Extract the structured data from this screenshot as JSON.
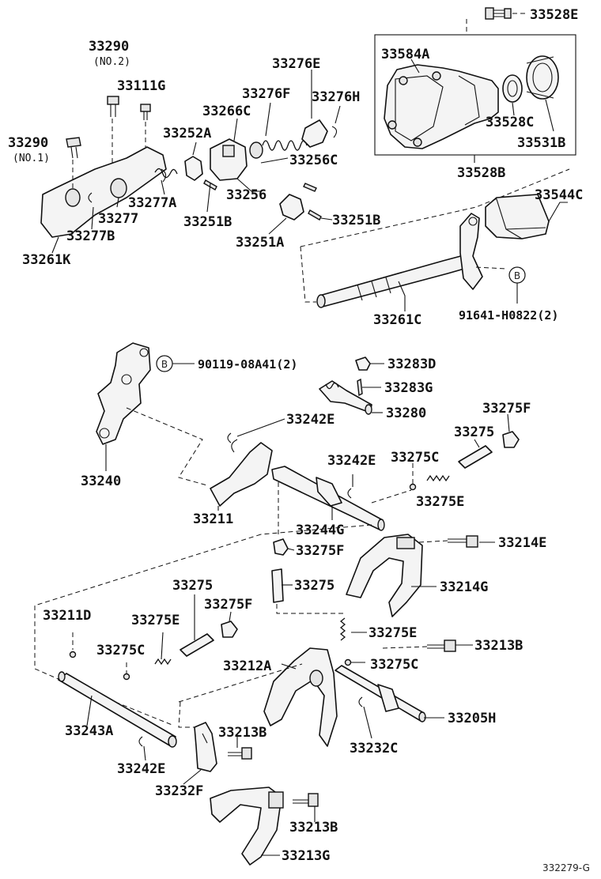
{
  "labels": {
    "p33528E": "33528E",
    "p33584A": "33584A",
    "p33528C": "33528C",
    "p33531B": "33531B",
    "p33528B": "33528B",
    "p33544C": "33544C",
    "p33261C": "33261C",
    "p91641": "91641-H0822(2)",
    "p33290_no2": "33290",
    "p33290_no2_sub": "(NO.2)",
    "p33111G": "33111G",
    "p33276E": "33276E",
    "p33276F": "33276F",
    "p33276H": "33276H",
    "p33266C": "33266C",
    "p33252A": "33252A",
    "p33290_no1": "33290",
    "p33290_no1_sub": "(NO.1)",
    "p33256C": "33256C",
    "p33256": "33256",
    "p33277A": "33277A",
    "p33277": "33277",
    "p33251B_a": "33251B",
    "p33251B_b": "33251B",
    "p33277B": "33277B",
    "p33251A": "33251A",
    "p33261K": "33261K",
    "p90119": "90119-08A41(2)",
    "p33283D": "33283D",
    "p33283G": "33283G",
    "p33280": "33280",
    "p33275F_a": "33275F",
    "p33242E_a": "33242E",
    "p33275_a": "33275",
    "p33240": "33240",
    "p33242E_b": "33242E",
    "p33275C_a": "33275C",
    "p33275E_a": "33275E",
    "p33211": "33211",
    "p33244G": "33244G",
    "p33214E": "33214E",
    "p33275F_b": "33275F",
    "p33275_b": "33275",
    "p33214G": "33214G",
    "p33275_c": "33275",
    "p33275F_c": "33275F",
    "p33211D": "33211D",
    "p33275E_b": "33275E",
    "p33275E_c": "33275E",
    "p33275C_b": "33275C",
    "p33213B_a": "33213B",
    "p33212A": "33212A",
    "p33275C_c": "33275C",
    "p33205H": "33205H",
    "p33243A": "33243A",
    "p33213B_b": "33213B",
    "p33232C": "33232C",
    "p33242E_c": "33242E",
    "p33232F": "33232F",
    "p33213B_c": "33213B",
    "p33213G": "33213G",
    "ref_code": "332279-G"
  },
  "callouts": {
    "b1": "B",
    "b2": "B"
  }
}
